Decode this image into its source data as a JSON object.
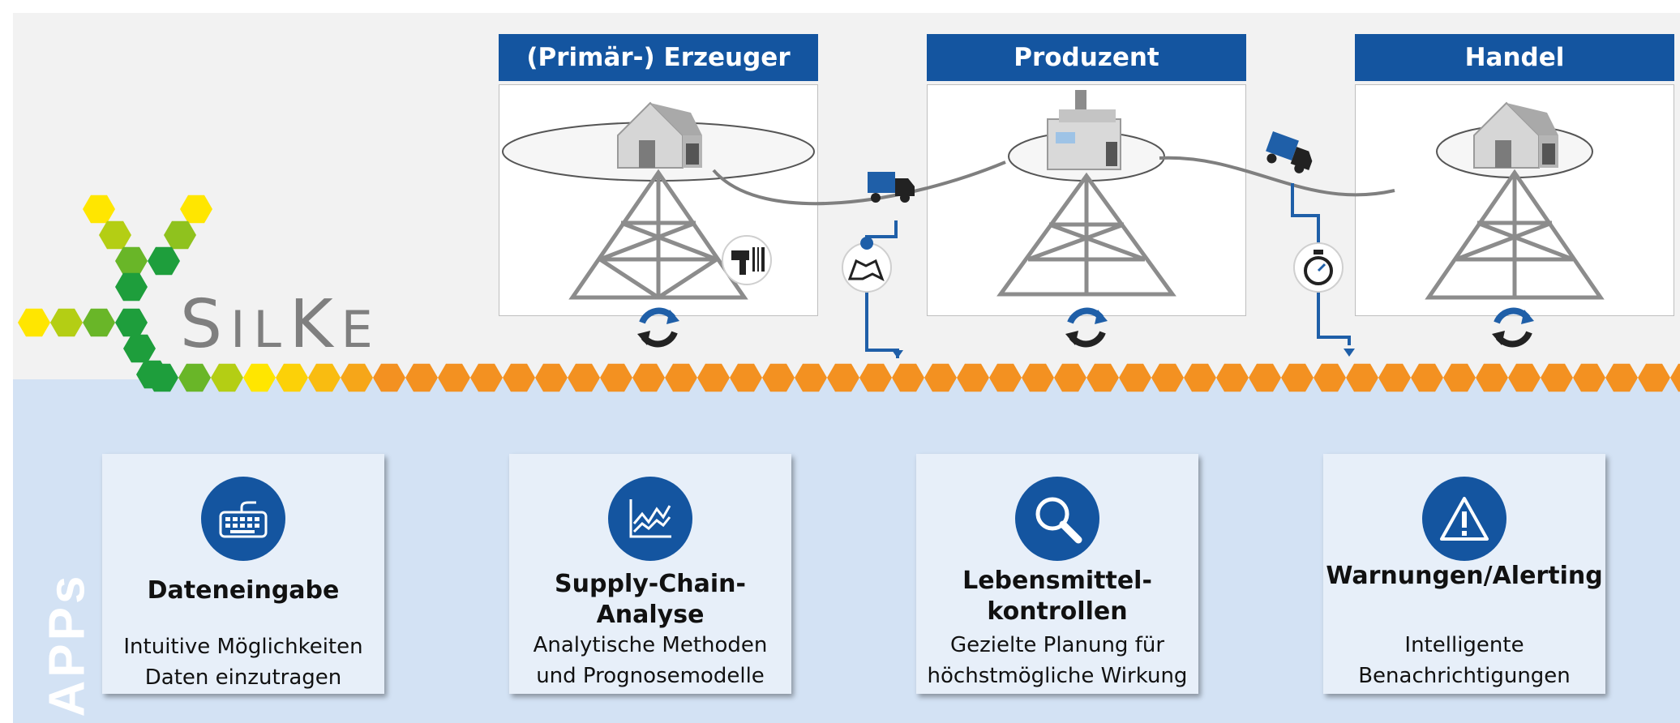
{
  "logo": {
    "text": "SILKE",
    "part1": "S",
    "part2": "IL",
    "part3": "K",
    "part4": "E"
  },
  "side_label": "APPs",
  "colors": {
    "header_blue": "#1455a0",
    "hex_orange": "#f39121",
    "hex_green": "#1e9e3c",
    "hex_yellow": "#ffe600",
    "band_top": "#f2f2f2",
    "band_bottom": "#d3e2f4"
  },
  "stages": [
    {
      "title": "(Primär-) Erzeuger",
      "building": "barn-icon",
      "extra": "barcode-scanner-icon"
    },
    {
      "title": "Produzent",
      "building": "factory-icon",
      "extra": ""
    },
    {
      "title": "Handel",
      "building": "barn-icon",
      "extra": ""
    }
  ],
  "connectors": [
    {
      "vehicle": "truck-icon",
      "marker": "map-pin-icon"
    },
    {
      "vehicle": "truck-icon",
      "marker": "stopwatch-icon"
    }
  ],
  "apps": [
    {
      "icon": "keyboard-icon",
      "title": [
        "Dateneingabe"
      ],
      "desc": [
        "Intuitive Möglichkeiten",
        "Daten einzutragen"
      ]
    },
    {
      "icon": "line-chart-icon",
      "title": [
        "Supply-Chain-Analyse"
      ],
      "desc": [
        "Analytische Methoden",
        "und Prognosemodelle"
      ]
    },
    {
      "icon": "magnifier-icon",
      "title": [
        "Lebensmittel-",
        "kontrollen"
      ],
      "desc": [
        "Gezielte Planung für",
        "höchstmögliche Wirkung"
      ]
    },
    {
      "icon": "warning-icon",
      "title": [
        "Warnungen/Alerting"
      ],
      "desc": [
        "Intelligente",
        "Benachrichtigungen"
      ]
    }
  ]
}
